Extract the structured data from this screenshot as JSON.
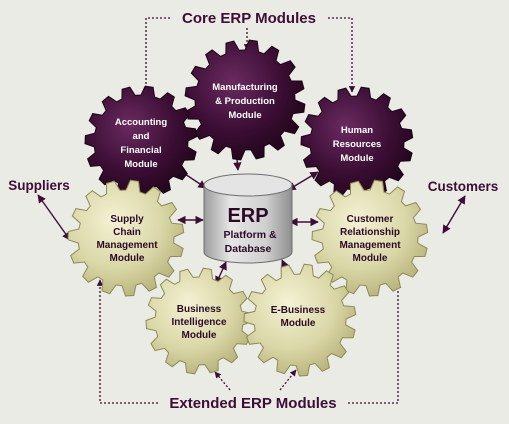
{
  "title_top": "Core ERP Modules",
  "title_bottom": "Extended ERP Modules",
  "suppliers": "Suppliers",
  "customers": "Customers",
  "erp_db": {
    "title": "ERP",
    "line1": "Platform &",
    "line2": "Database"
  },
  "core_modules": {
    "manufacturing": [
      "Manufacturing",
      "& Production",
      "Module"
    ],
    "accounting": [
      "Accounting",
      "and",
      "Financial",
      "Module"
    ],
    "hr": [
      "Human",
      "Resources",
      "Module"
    ]
  },
  "extended_modules": {
    "scm": [
      "Supply",
      "Chain",
      "Management",
      "Module"
    ],
    "crm": [
      "Customer",
      "Relationship",
      "Management",
      "Module"
    ],
    "bi": [
      "Business",
      "Intelligence",
      "Module"
    ],
    "ebiz": [
      "E-Business",
      "Module"
    ]
  },
  "colors": {
    "background": "#e9ebe4",
    "core_gear": "#3a0d33",
    "extended_gear": "#d9d6a6",
    "title_text": "#3d0d36",
    "database": "#c8c8c8"
  }
}
